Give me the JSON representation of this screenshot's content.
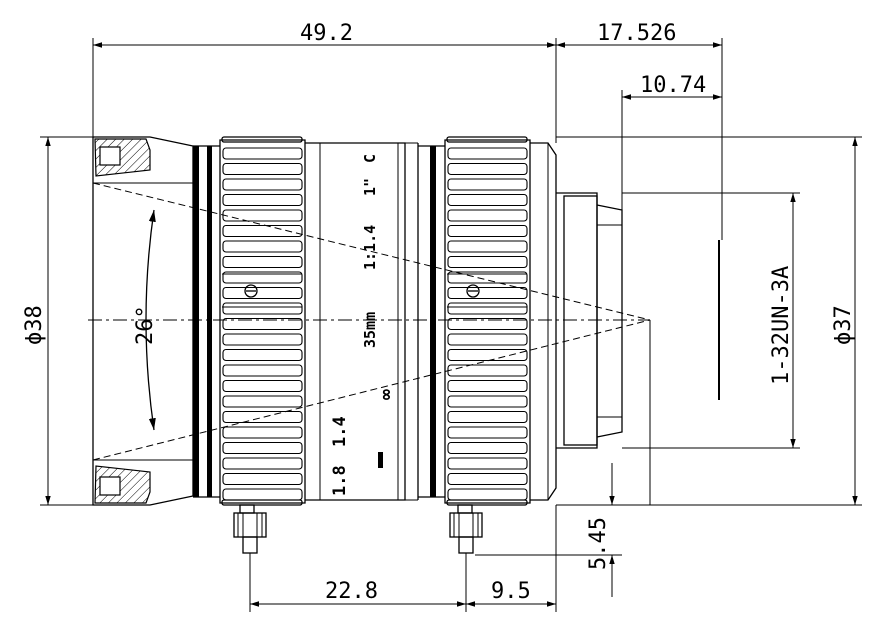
{
  "dimensions": {
    "overall_length": "49.2",
    "mount_length": "17.526",
    "back_focal": "10.74",
    "front_diameter": "ϕ38",
    "rear_diameter": "ϕ37",
    "thread": "1-32UN-3A",
    "field_angle": "26°",
    "screw_spacing": "22.8",
    "rear_screw_offset": "9.5",
    "screw_height": "5.45"
  },
  "lens_markings": {
    "mount": "C",
    "format": "1\"",
    "aperture": "1:1.4",
    "focal": "35mm",
    "infinity": "∞",
    "f_stop_1": "1.4",
    "f_stop_2": "1.8"
  }
}
